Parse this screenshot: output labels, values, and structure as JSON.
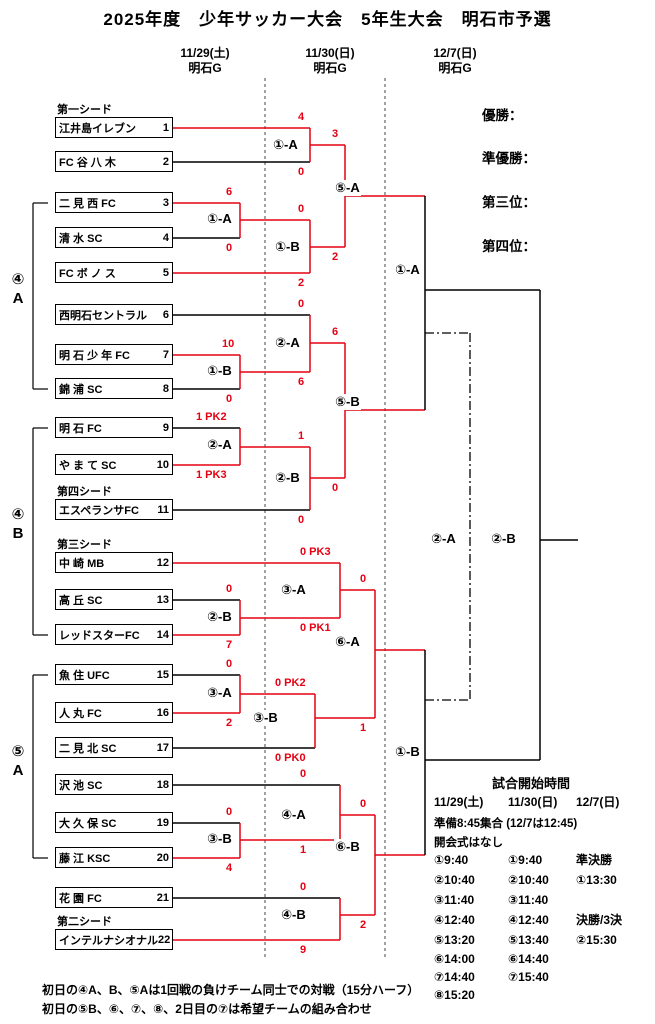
{
  "title": "2025年度　少年サッカー大会　5年生大会　明石市予選",
  "columns": [
    {
      "date": "11/29(土)",
      "venue": "明石G"
    },
    {
      "date": "11/30(日)",
      "venue": "明石G"
    },
    {
      "date": "12/7(日)",
      "venue": "明石G"
    }
  ],
  "placings": [
    "優勝：",
    "準優勝：",
    "第三位：",
    "第四位："
  ],
  "seeds": [
    "第一シード",
    "第四シード",
    "第三シード",
    "第二シード"
  ],
  "groups": [
    {
      "num": "④",
      "letter": "A"
    },
    {
      "num": "④",
      "letter": "B"
    },
    {
      "num": "⑤",
      "letter": "A"
    }
  ],
  "teams": [
    {
      "no": "1",
      "name": "江井島イレブン"
    },
    {
      "no": "2",
      "name": "FC 谷 八 木"
    },
    {
      "no": "3",
      "name": "二 見 西 FC"
    },
    {
      "no": "4",
      "name": "清 水 SC"
    },
    {
      "no": "5",
      "name": "FC ボ ノ ス"
    },
    {
      "no": "6",
      "name": "西明石セントラル"
    },
    {
      "no": "7",
      "name": "明 石 少 年 FC"
    },
    {
      "no": "8",
      "name": "錦 浦 SC"
    },
    {
      "no": "9",
      "name": "明 石 FC"
    },
    {
      "no": "10",
      "name": "や ま て SC"
    },
    {
      "no": "11",
      "name": "エスペランサFC"
    },
    {
      "no": "12",
      "name": "中 崎 MB"
    },
    {
      "no": "13",
      "name": "高 丘 SC"
    },
    {
      "no": "14",
      "name": "レッドスターFC"
    },
    {
      "no": "15",
      "name": "魚 住 UFC"
    },
    {
      "no": "16",
      "name": "人 丸 FC"
    },
    {
      "no": "17",
      "name": "二 見 北 SC"
    },
    {
      "no": "18",
      "name": "沢 池 SC"
    },
    {
      "no": "19",
      "name": "大 久 保 SC"
    },
    {
      "no": "20",
      "name": "藤 江 KSC"
    },
    {
      "no": "21",
      "name": "花 園 FC"
    },
    {
      "no": "22",
      "name": "インテルナシオナル"
    }
  ],
  "match_labels": {
    "d1_1A": "①-A",
    "d1_1B": "①-B",
    "d1_2A": "②-A",
    "d1_2B": "②-B",
    "d1_3A": "③-A",
    "d1_3B": "③-B",
    "d2_1A": "①-A",
    "d2_1B": "①-B",
    "d2_2A": "②-A",
    "d2_2B": "②-B",
    "d2_3A": "③-A",
    "d2_3B": "③-B",
    "d2_4A": "④-A",
    "d2_4B": "④-B",
    "d2_5A": "⑤-A",
    "d2_5B": "⑤-B",
    "d2_6A": "⑥-A",
    "d2_6B": "⑥-B",
    "d3_1A": "①-A",
    "d3_1B": "①-B",
    "final_A": "②-A",
    "final_B": "②-B"
  },
  "results": {
    "d1_1A": [
      "6",
      "0"
    ],
    "d1_1B": [
      "10",
      "0"
    ],
    "d1_2A": [
      "1 PK2",
      "1 PK3"
    ],
    "d1_2B": [
      "0",
      "7"
    ],
    "d1_3A": [
      "0",
      "2"
    ],
    "d1_3B": [
      "0",
      "4"
    ],
    "d2_1A": [
      "4",
      "0"
    ],
    "d2_1B": [
      "0",
      "2"
    ],
    "d2_2A": [
      "0",
      "6"
    ],
    "d2_2B": [
      "1",
      "0"
    ],
    "d2_3A": [
      "0 PK3",
      "0 PK1"
    ],
    "d2_3B": [
      "0 PK2",
      "0 PK0"
    ],
    "d2_4A": [
      "0",
      "1"
    ],
    "d2_4B": [
      "0",
      "9"
    ],
    "d2_5A": [
      "3",
      "2"
    ],
    "d2_5B": [
      "6",
      "0"
    ],
    "d2_6A": [
      "0",
      "1"
    ],
    "d2_6B": [
      "0",
      "2"
    ]
  },
  "schedule": {
    "title": "試合開始時間",
    "col_headers": [
      "11/29(土)",
      "11/30(日)",
      "12/7(日)"
    ],
    "note1": "準備8:45集合 (12/7は12:45)",
    "note2": "開会式はなし",
    "rows": [
      [
        "①9:40",
        "①9:40",
        "準決勝"
      ],
      [
        "②10:40",
        "②10:40",
        "①13:30"
      ],
      [
        "③11:40",
        "③11:40",
        ""
      ],
      [
        "④12:40",
        "④12:40",
        "決勝/3決"
      ],
      [
        "⑤13:20",
        "⑤13:40",
        "②15:30"
      ],
      [
        "⑥14:00",
        "⑥14:40",
        ""
      ],
      [
        "⑦14:40",
        "⑦15:40",
        ""
      ],
      [
        "⑧15:20",
        "",
        ""
      ]
    ]
  },
  "footnotes": [
    "初日の④A、B、⑤Aは1回戦の負けチーム同士での対戦（15分ハーフ）",
    "初日の⑤B、⑥、⑦、⑧、2日目の⑦は希望チームの組み合わせ"
  ],
  "colors": {
    "winner_path": "#e60012",
    "line": "#000000"
  }
}
